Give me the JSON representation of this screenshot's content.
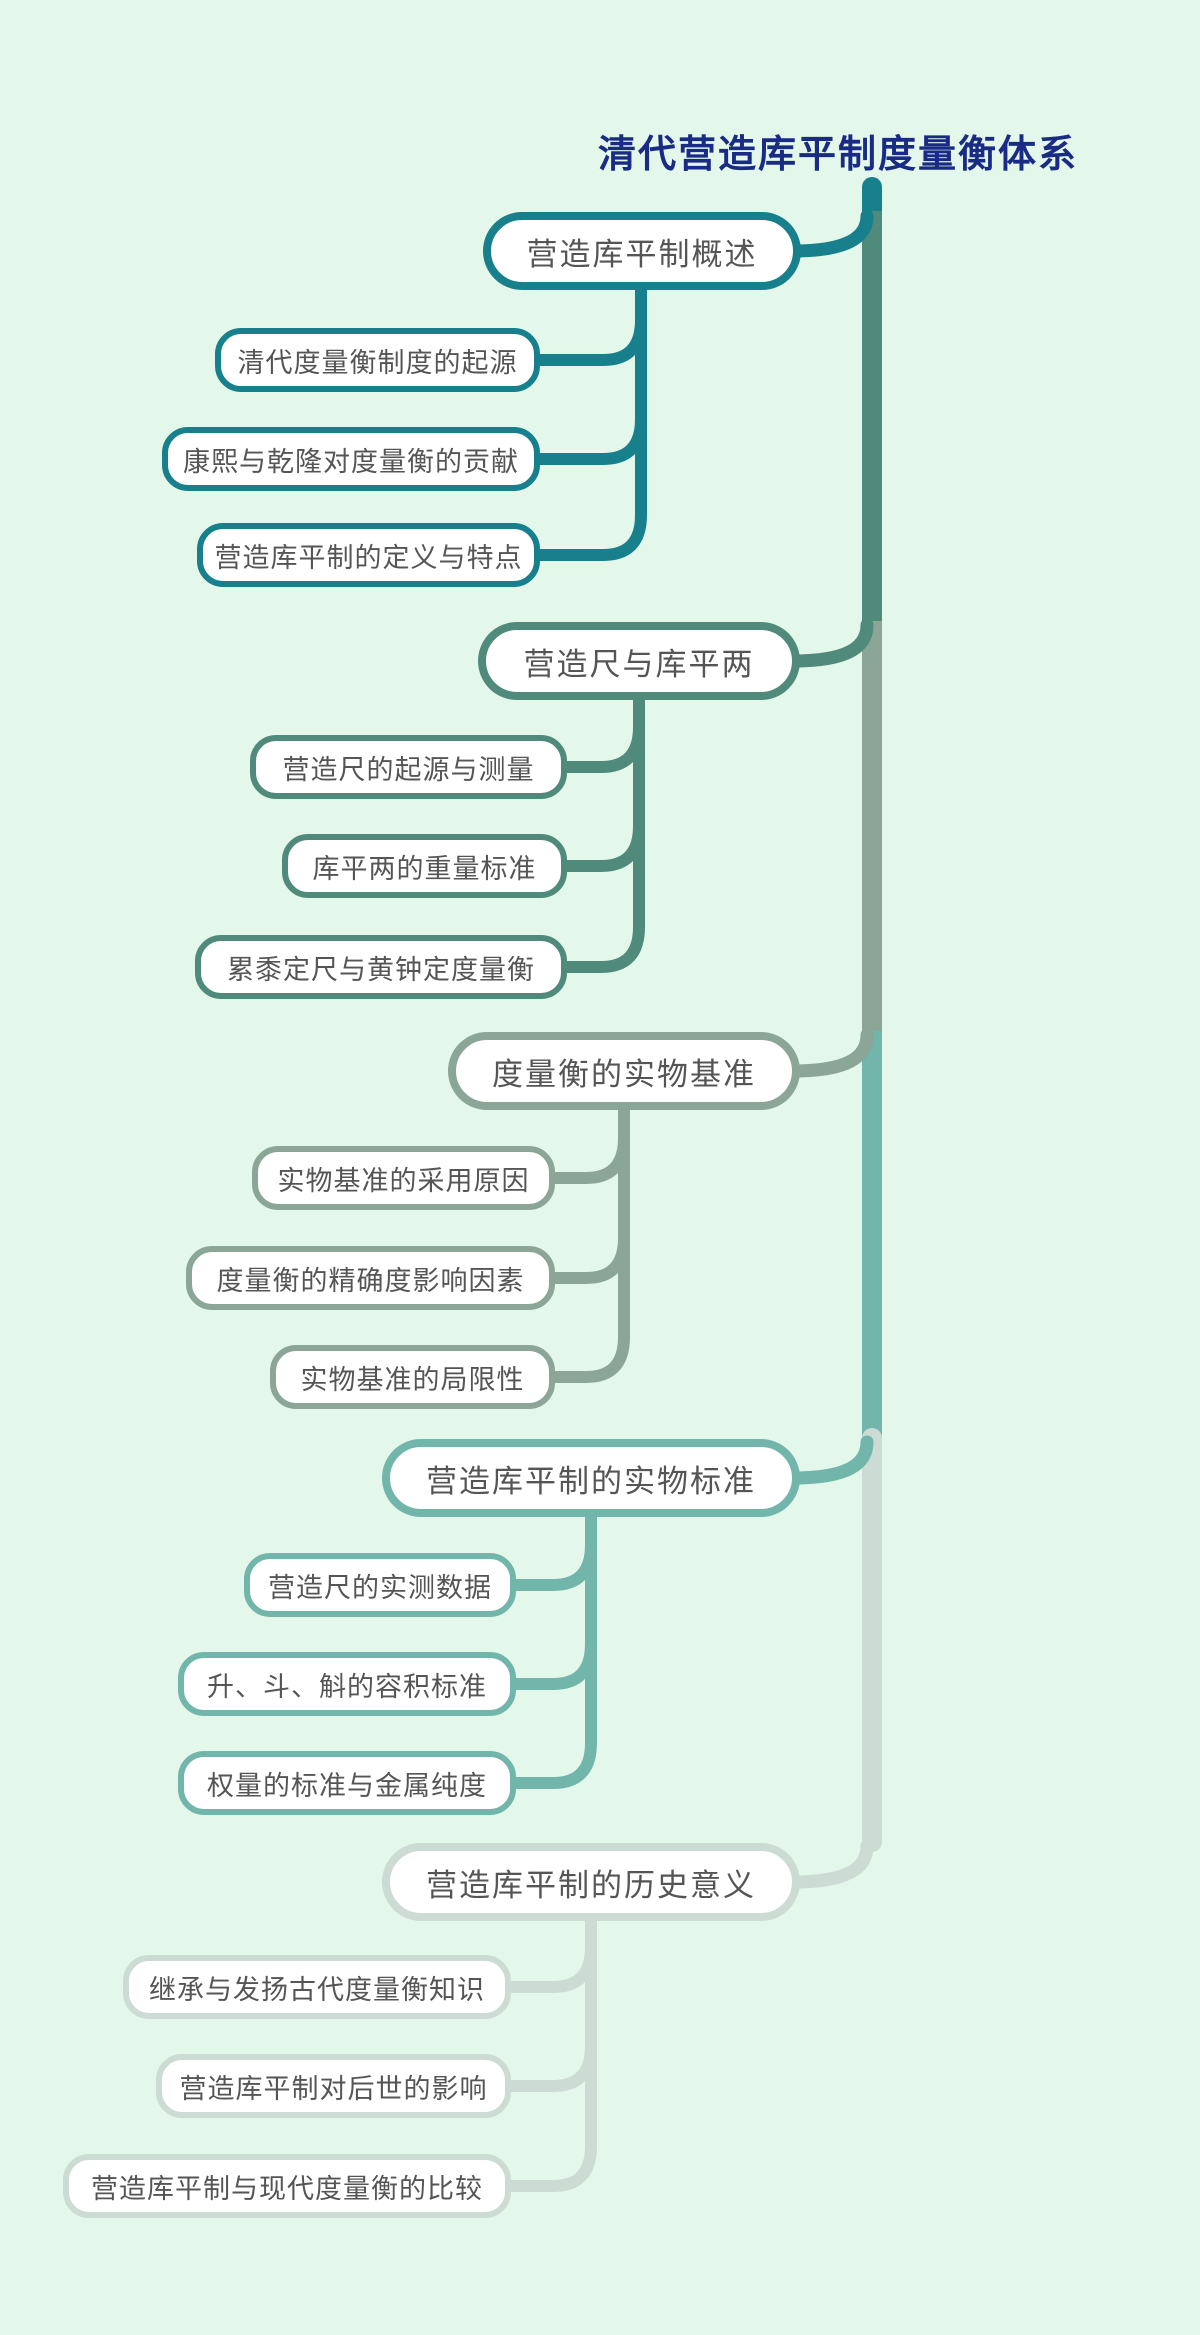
{
  "title": "清代营造库平制度量衡体系",
  "colors": {
    "background": "#e3f7ea",
    "title": "#1a2b85",
    "node_text": "#555555",
    "node_fill": "#ffffff",
    "branch1": "#17808c",
    "branch2": "#4f8a7b",
    "branch3": "#8ba597",
    "branch4": "#72b5ab",
    "branch5": "#ccdbd3"
  },
  "branches": [
    {
      "label": "营造库平制概述",
      "color": "#17808c",
      "children": [
        {
          "label": "清代度量衡制度的起源"
        },
        {
          "label": "康熙与乾隆对度量衡的贡献"
        },
        {
          "label": "营造库平制的定义与特点"
        }
      ]
    },
    {
      "label": "营造尺与库平两",
      "color": "#4f8a7b",
      "children": [
        {
          "label": "营造尺的起源与测量"
        },
        {
          "label": "库平两的重量标准"
        },
        {
          "label": "累黍定尺与黄钟定度量衡"
        }
      ]
    },
    {
      "label": "度量衡的实物基准",
      "color": "#8ba597",
      "children": [
        {
          "label": "实物基准的采用原因"
        },
        {
          "label": "度量衡的精确度影响因素"
        },
        {
          "label": "实物基准的局限性"
        }
      ]
    },
    {
      "label": "营造库平制的实物标准",
      "color": "#72b5ab",
      "children": [
        {
          "label": "营造尺的实测数据"
        },
        {
          "label": "升、斗、斛的容积标准"
        },
        {
          "label": "权量的标准与金属纯度"
        }
      ]
    },
    {
      "label": "营造库平制的历史意义",
      "color": "#ccdbd3",
      "children": [
        {
          "label": "继承与发扬古代度量衡知识"
        },
        {
          "label": "营造库平制对后世的影响"
        },
        {
          "label": "营造库平制与现代度量衡的比较"
        }
      ]
    }
  ]
}
